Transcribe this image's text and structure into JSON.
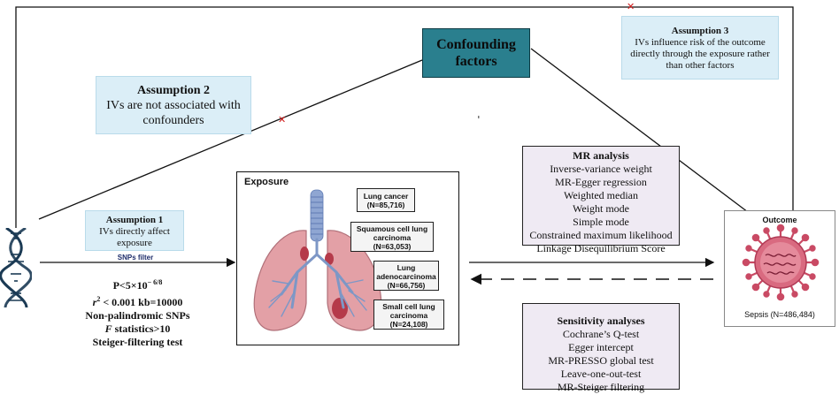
{
  "confounding": "Confounding factors",
  "assumption1": {
    "title": "Assumption 1",
    "lines": [
      "IVs directly affect",
      "exposure"
    ]
  },
  "assumption2": {
    "title": "Assumption 2",
    "lines": [
      "IVs are not associated with",
      "confounders"
    ]
  },
  "assumption3": {
    "title": "Assumption 3",
    "lines": [
      "IVs influence risk of the outcome",
      "directly through the exposure  rather",
      "than other factors"
    ]
  },
  "snps_filter": "SNPs filter",
  "filters": {
    "p_main": "P<5×10",
    "p_exp": "− 6/8",
    "r2_sym": "r",
    "r2_sup": "2",
    "r2_rest": " < 0.001 kb=10000",
    "nonpal": "Non-palindromic SNPs",
    "f_sym": "F",
    "f_rest": " statistics>10",
    "steiger": "Steiger-filtering test"
  },
  "exposure": {
    "title": "Exposure",
    "labels": [
      {
        "line1": "Lung cancer",
        "line2": "(N=85,716)"
      },
      {
        "line1": "Squamous cell lung",
        "line2": "carcinoma",
        "line3": "(N=63,053)"
      },
      {
        "line1": "Lung",
        "line2": "adenocarcinoma",
        "line3": "(N=66,756)"
      },
      {
        "line1": "Small cell lung",
        "line2": "carcinoma",
        "line3": "(N=24,108)"
      }
    ]
  },
  "mr_analysis": {
    "title": "MR analysis",
    "items": [
      "Inverse-variance weight",
      "MR-Egger regression",
      "Weighted median",
      "Weight mode",
      "Simple mode",
      "Constrained maximum likelihood",
      "Linkage Disequilibrium Score"
    ]
  },
  "sensitivity": {
    "title": "Sensitivity analyses",
    "items": [
      "Cochrane’s Q-test",
      "Egger intercept",
      "MR-PRESSO global test",
      "Leave-one-out-test",
      "MR-Steiger filtering"
    ]
  },
  "outcome": {
    "title": "Outcome",
    "label": "Sepsis (N=486,484)"
  },
  "colors": {
    "confounding_fill": "#2a7f8e",
    "assumption_fill": "#dbeef7",
    "analysis_fill": "#efeaf3",
    "cross": "#d11a1a",
    "virus": "#c94a64",
    "lung": "#e3a0a6",
    "airway": "#7d97c6"
  }
}
